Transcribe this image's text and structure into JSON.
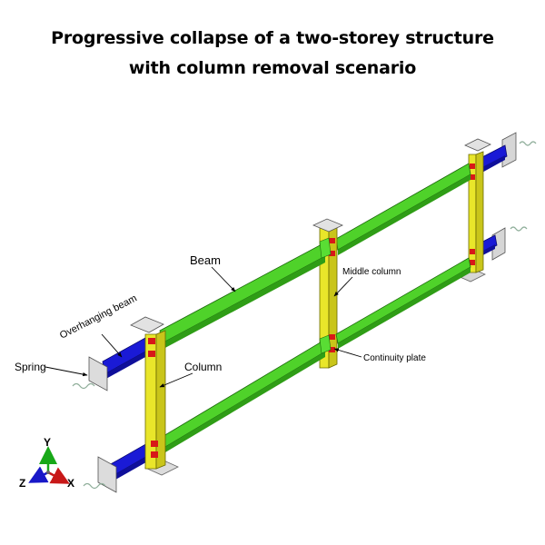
{
  "title": {
    "line1": "Progressive collapse of a two-storey structure",
    "line2": "with column removal scenario"
  },
  "labels": {
    "beam": "Beam",
    "overhanging_beam": "Overhanging beam",
    "middle_column": "Middle column",
    "column": "Column",
    "spring": "Spring",
    "continuity_plate": "Continuity plate"
  },
  "axes": {
    "y": "Y",
    "z": "Z",
    "x": "X"
  },
  "colors": {
    "beam": "#3ec41d",
    "overhanging_beam": "#1414c8",
    "column": "#e9e62a",
    "continuity_plate": "#d81818",
    "base_plate": "#d6d6d6",
    "spring": "#8fae9a",
    "axis_y": "#18a818",
    "axis_x": "#c81818",
    "axis_z": "#1818c8"
  }
}
